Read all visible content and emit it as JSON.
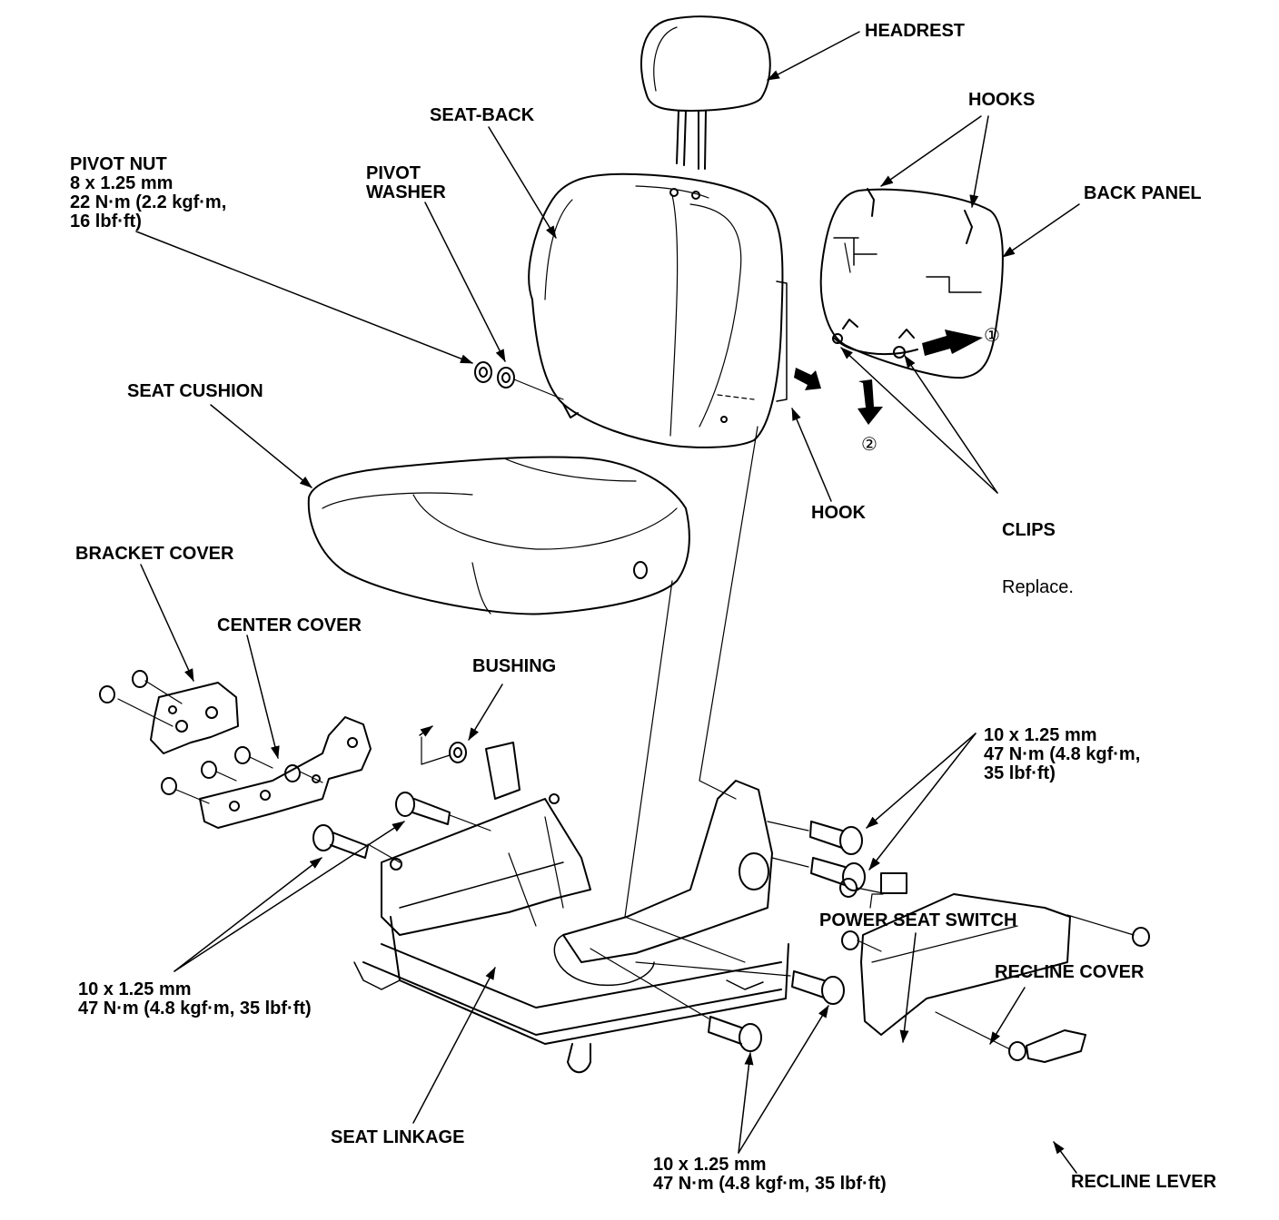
{
  "labels": {
    "headrest": [
      "HEADREST"
    ],
    "hooks": [
      "HOOKS"
    ],
    "seat_back": [
      "SEAT-BACK"
    ],
    "back_panel": [
      "BACK PANEL"
    ],
    "pivot_nut": [
      "PIVOT NUT",
      "8 x 1.25 mm",
      "22 N·m (2.2 kgf·m,",
      "16 lbf·ft)"
    ],
    "pivot_washer": [
      "PIVOT",
      "WASHER"
    ],
    "seat_cushion": [
      "SEAT CUSHION"
    ],
    "hook": [
      "HOOK"
    ],
    "clips": [
      "CLIPS"
    ],
    "clips_note": "Replace.",
    "bracket_cover": [
      "BRACKET COVER"
    ],
    "center_cover": [
      "CENTER COVER"
    ],
    "bushing": [
      "BUSHING"
    ],
    "bolt_right": [
      "10 x 1.25 mm",
      "47 N·m (4.8 kgf·m,",
      "35 lbf·ft)"
    ],
    "power_seat_switch": [
      "POWER SEAT SWITCH"
    ],
    "recline_cover": [
      "RECLINE COVER"
    ],
    "bolt_left": [
      "10 x 1.25 mm",
      "47 N·m (4.8 kgf·m, 35 lbf·ft)"
    ],
    "seat_linkage": [
      "SEAT LINKAGE"
    ],
    "bolt_bottom": [
      "10 x 1.25 mm",
      "47 N·m (4.8 kgf·m, 35 lbf·ft)"
    ],
    "recline_lever": [
      "RECLINE LEVER"
    ]
  },
  "steps": {
    "step1": "①",
    "step2": "②"
  }
}
